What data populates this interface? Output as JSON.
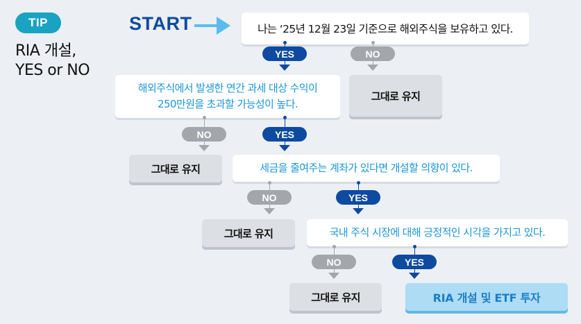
{
  "tip": {
    "label": "TIP"
  },
  "title": {
    "line1": "RIA 개설,",
    "line2": "YES or NO"
  },
  "start": {
    "label": "START",
    "arrow_icon": "arrow-right-icon"
  },
  "questions": [
    {
      "text": "나는 ‘25년 12월 23일 기준으로 해외주식을 보유하고 있다."
    },
    {
      "line1": "해외주식에서 발생한 연간 과세 대상 수익이",
      "line2": "250만원을 초과할 가능성이 높다."
    },
    {
      "text": "세금을 줄여주는 계좌가 있다면 개설할 의향이 있다."
    },
    {
      "text": "국내 주식 시장에 대해 긍정적인 시각을 가지고 있다."
    }
  ],
  "answers": {
    "yes": "YES",
    "no": "NO"
  },
  "outcomes": {
    "keep": "그대로 유지",
    "final": "RIA 개설 및 ETF 투자"
  },
  "colors": {
    "background": "#eceff3",
    "tip": "#1aa3c1",
    "start": "#0d4aa0",
    "start_arrow": "#5bbcec",
    "yes": "#0d4aa0",
    "no": "#a3a6ab",
    "question_blue": "#1a96d4",
    "keep_box": "#dcdfe3",
    "final_box": "#aedcf4",
    "final_text": "#1a7fc7"
  }
}
